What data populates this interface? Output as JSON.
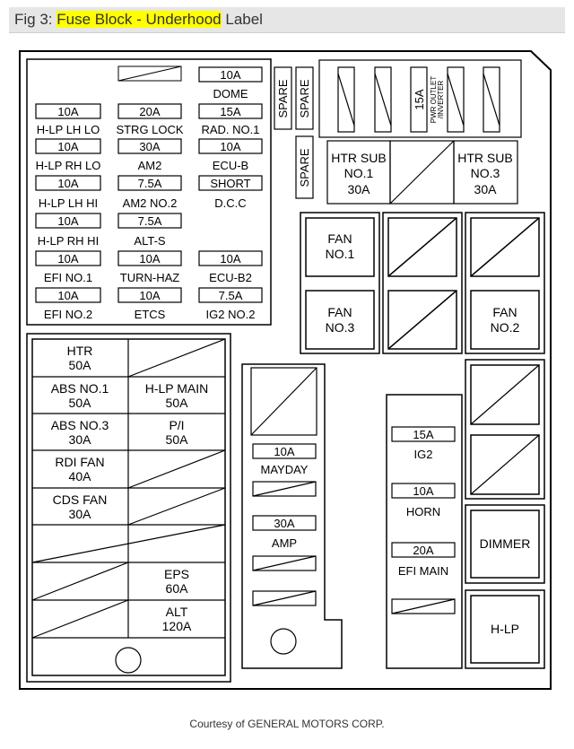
{
  "header": {
    "prefix": "Fig 3:",
    "highlight_1": "Fuse Block",
    "dash": "-",
    "highlight_2": "Underhood",
    "suffix": "Label"
  },
  "credit": "Courtesy of GENERAL MOTORS CORP.",
  "mini_fuses": [
    {
      "id": "dome",
      "rating": "10A",
      "label": "DOME"
    },
    {
      "id": "hlp-lh-lo",
      "rating": "10A",
      "label": "H-LP LH LO"
    },
    {
      "id": "strg-lock",
      "rating": "20A",
      "label": "STRG LOCK"
    },
    {
      "id": "rad-no1",
      "rating": "15A",
      "label": "RAD. NO.1"
    },
    {
      "id": "hlp-rh-lo",
      "rating": "10A",
      "label": "H-LP RH LO"
    },
    {
      "id": "am2",
      "rating": "30A",
      "label": "AM2"
    },
    {
      "id": "ecu-b",
      "rating": "10A",
      "label": "ECU-B"
    },
    {
      "id": "hlp-lh-hi",
      "rating": "10A",
      "label": "H-LP LH HI"
    },
    {
      "id": "am2-no2",
      "rating": "7.5A",
      "label": "AM2 NO.2"
    },
    {
      "id": "dcc",
      "rating": "SHORT",
      "label": "D.C.C"
    },
    {
      "id": "hlp-rh-hi",
      "rating": "10A",
      "label": "H-LP RH HI"
    },
    {
      "id": "alt-s",
      "rating": "7.5A",
      "label": "ALT-S"
    },
    {
      "id": "efi-no1",
      "rating": "10A",
      "label": "EFI NO.1"
    },
    {
      "id": "turn-haz",
      "rating": "10A",
      "label": "TURN-HAZ"
    },
    {
      "id": "ecu-b2",
      "rating": "10A",
      "label": "ECU-B2"
    },
    {
      "id": "efi-no2",
      "rating": "10A",
      "label": "EFI NO.2"
    },
    {
      "id": "etcs",
      "rating": "10A",
      "label": "ETCS"
    },
    {
      "id": "ig2-no2",
      "rating": "7.5A",
      "label": "IG2 NO.2"
    }
  ],
  "spare": "SPARE",
  "pwr_outlet": {
    "rating": "15A",
    "line1": "PWR OUTLET",
    "line2": "/INVERTER"
  },
  "htr_sub": [
    {
      "id": "htr-sub-no1",
      "l1": "HTR SUB",
      "l2": "NO.1",
      "l3": "30A"
    },
    {
      "id": "htr-sub-no3",
      "l1": "HTR SUB",
      "l2": "NO.3",
      "l3": "30A"
    }
  ],
  "relays": [
    {
      "id": "fan-no1",
      "l1": "FAN",
      "l2": "NO.1"
    },
    {
      "id": "fan-no3",
      "l1": "FAN",
      "l2": "NO.3"
    },
    {
      "id": "fan-no2",
      "l1": "FAN",
      "l2": "NO.2"
    },
    {
      "id": "dimmer",
      "l1": "DIMMER",
      "l2": ""
    },
    {
      "id": "h-lp",
      "l1": "H-LP",
      "l2": ""
    }
  ],
  "large_fuses": [
    {
      "id": "htr",
      "l1": "HTR",
      "l2": "50A"
    },
    {
      "id": "abs-no1",
      "l1": "ABS NO.1",
      "l2": "50A"
    },
    {
      "id": "hlp-main",
      "l1": "H-LP MAIN",
      "l2": "50A"
    },
    {
      "id": "abs-no3",
      "l1": "ABS NO.3",
      "l2": "30A"
    },
    {
      "id": "pi",
      "l1": "P/I",
      "l2": "50A"
    },
    {
      "id": "rdi-fan",
      "l1": "RDI FAN",
      "l2": "40A"
    },
    {
      "id": "cds-fan",
      "l1": "CDS FAN",
      "l2": "30A"
    },
    {
      "id": "eps",
      "l1": "EPS",
      "l2": "60A"
    },
    {
      "id": "alt",
      "l1": "ALT",
      "l2": "120A"
    }
  ],
  "middle_fuses": [
    {
      "id": "mayday",
      "rating": "10A",
      "label": "MAYDAY"
    },
    {
      "id": "amp",
      "rating": "30A",
      "label": "AMP"
    }
  ],
  "right_fuses": [
    {
      "id": "ig2",
      "rating": "15A",
      "label": "IG2"
    },
    {
      "id": "horn",
      "rating": "10A",
      "label": "HORN"
    },
    {
      "id": "efi-main",
      "rating": "20A",
      "label": "EFI MAIN"
    }
  ]
}
